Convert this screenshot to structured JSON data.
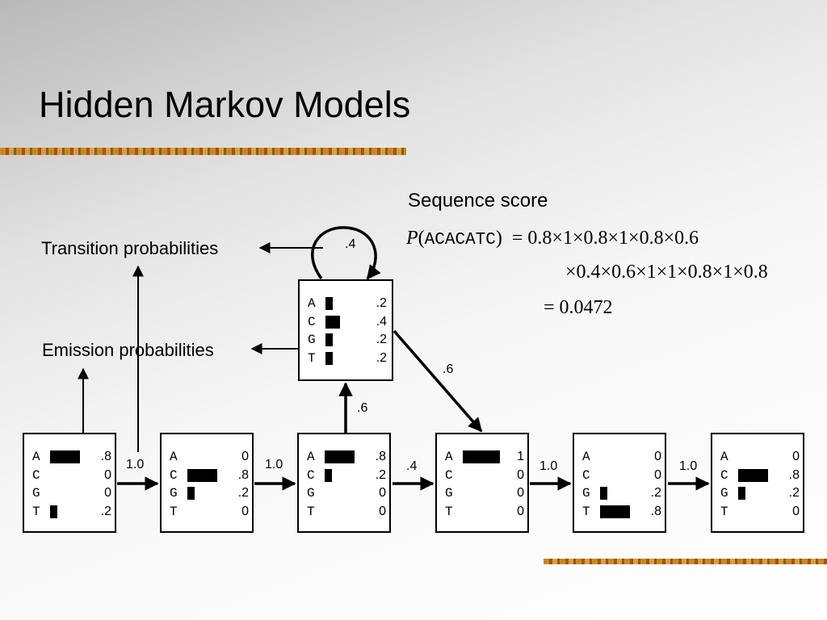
{
  "slide": {
    "title": "Hidden Markov Models",
    "transition_label": "Transition probabilities",
    "emission_label": "Emission probabilities"
  },
  "score": {
    "heading": "Sequence score",
    "line1_prob": "P",
    "line1_seq": "ACACATC",
    "line1_rhs": "=  0.8×1×0.8×1×0.8×0.6",
    "line2_rhs": "×0.4×0.6×1×1×0.8×1×0.8",
    "line3_rhs": "=  0.0472"
  },
  "insert_state": {
    "self_loop": ".4",
    "rows": [
      {
        "letter": "A",
        "value": ".2",
        "prob": 0.2
      },
      {
        "letter": "C",
        "value": ".4",
        "prob": 0.4
      },
      {
        "letter": "G",
        "value": ".2",
        "prob": 0.2
      },
      {
        "letter": "T",
        "value": ".2",
        "prob": 0.2
      }
    ]
  },
  "states": [
    {
      "rows": [
        {
          "letter": "A",
          "value": ".8",
          "prob": 0.8
        },
        {
          "letter": "C",
          "value": "0",
          "prob": 0
        },
        {
          "letter": "G",
          "value": "0",
          "prob": 0
        },
        {
          "letter": "T",
          "value": ".2",
          "prob": 0.2
        }
      ]
    },
    {
      "rows": [
        {
          "letter": "A",
          "value": "0",
          "prob": 0
        },
        {
          "letter": "C",
          "value": ".8",
          "prob": 0.8
        },
        {
          "letter": "G",
          "value": ".2",
          "prob": 0.2
        },
        {
          "letter": "T",
          "value": "0",
          "prob": 0
        }
      ]
    },
    {
      "rows": [
        {
          "letter": "A",
          "value": ".8",
          "prob": 0.8
        },
        {
          "letter": "C",
          "value": ".2",
          "prob": 0.2
        },
        {
          "letter": "G",
          "value": "0",
          "prob": 0
        },
        {
          "letter": "T",
          "value": "0",
          "prob": 0
        }
      ]
    },
    {
      "rows": [
        {
          "letter": "A",
          "value": "1",
          "prob": 1.0
        },
        {
          "letter": "C",
          "value": "0",
          "prob": 0
        },
        {
          "letter": "G",
          "value": "0",
          "prob": 0
        },
        {
          "letter": "T",
          "value": "0",
          "prob": 0
        }
      ]
    },
    {
      "rows": [
        {
          "letter": "A",
          "value": "0",
          "prob": 0
        },
        {
          "letter": "C",
          "value": "0",
          "prob": 0
        },
        {
          "letter": "G",
          "value": ".2",
          "prob": 0.2
        },
        {
          "letter": "T",
          "value": ".8",
          "prob": 0.8
        }
      ]
    },
    {
      "rows": [
        {
          "letter": "A",
          "value": "0",
          "prob": 0
        },
        {
          "letter": "C",
          "value": ".8",
          "prob": 0.8
        },
        {
          "letter": "G",
          "value": ".2",
          "prob": 0.2
        },
        {
          "letter": "T",
          "value": "0",
          "prob": 0
        }
      ]
    }
  ],
  "transitions": {
    "main": [
      "1.0",
      "1.0",
      ".4",
      "1.0",
      "1.0"
    ],
    "to_insert": ".6",
    "from_insert": ".6"
  }
}
